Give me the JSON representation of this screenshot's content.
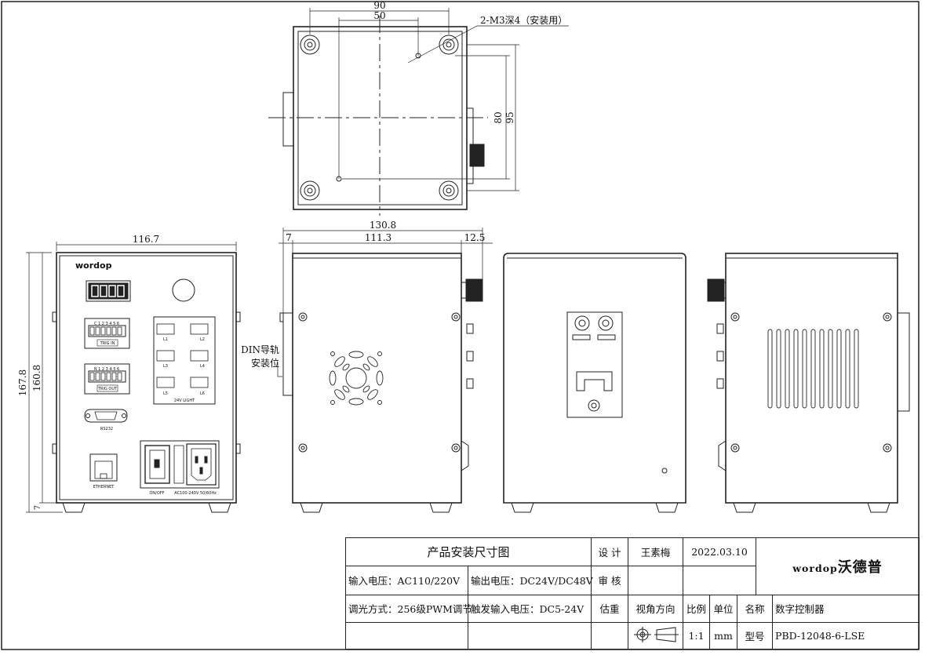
{
  "top_view": {
    "dim_90": "90",
    "dim_50": "50",
    "dim_80": "80",
    "dim_95": "95",
    "hole_note": "2-M3深4（安装用）"
  },
  "front_view": {
    "dim_width": "116.7",
    "dim_height_total": "167.8",
    "dim_height_body": "160.8",
    "dim_foot": "7",
    "logo": "wordop",
    "labels": {
      "trig_in": "TRIG IN",
      "trig_in_pins": "C 1 2 3 4 5 6",
      "trig_out": "TRIG OUT",
      "trig_out_pins": "N 1 2 3 4 5 6",
      "rs232": "RS232",
      "ethernet": "ETHERNET",
      "on_off": "ON/OFF",
      "ac": "AC100-240V 50/60Hz",
      "light": "24V LIGHT",
      "l1": "L1",
      "l2": "L2",
      "l3": "L3",
      "l4": "L4",
      "l5": "L5",
      "l6": "L6"
    }
  },
  "side_view": {
    "dim_total": "130.8",
    "dim_left": "7",
    "dim_mid": "111.3",
    "dim_right": "12.5",
    "din_label_1": "DIN导轨",
    "din_label_2": "安装位"
  },
  "title_block": {
    "title": "产品安装尺寸图",
    "design_label": "设 计",
    "designer": "王素梅",
    "date": "2022.03.10",
    "review_label": "审 核",
    "input_voltage": "输入电压：AC110/220V",
    "output_voltage": "输出电压：DC24V/DC48V",
    "dimming": "调光方式：256级PWM调节",
    "trigger_voltage": "触发输入电压：DC5-24V",
    "weight_label": "估重",
    "view_label": "视角方向",
    "scale_label": "比例",
    "scale": "1:1",
    "unit_label": "单位",
    "unit": "mm",
    "name_label": "名称",
    "name": "数字控制器",
    "model_label": "型号",
    "model": "PBD-12048-6-LSE",
    "brand": "wordop",
    "brand_cn": "沃德普"
  }
}
